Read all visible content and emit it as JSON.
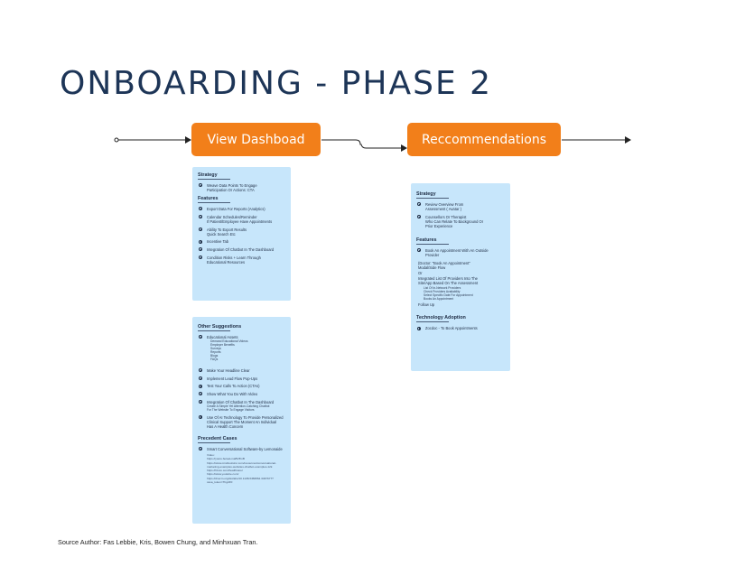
{
  "title": "ONBOARDING - PHASE 2",
  "colors": {
    "accent": "#f27f1a",
    "card": "#c7e6fb",
    "heading": "#1d3557"
  },
  "flow": {
    "steps": [
      {
        "label": "View Dashboad"
      },
      {
        "label": "Reccommendations"
      }
    ]
  },
  "dashboard_card": {
    "strategy_heading": "Strategy",
    "strategy_items": [
      [
        "Weave Data Points To Engage",
        "Participation Or Actions: CTA"
      ]
    ],
    "features_heading": "Features",
    "features_items": [
      [
        "Export Data For Reports (Analytics)"
      ],
      [
        "Calendar Schedules/Reminder",
        "If Patient/Employee Have Appointments"
      ],
      [
        "Ability To Export Results",
        "Quick Search Etc"
      ],
      [
        "Incentive Tab"
      ],
      [
        "Integration Of Chatbot In The Dashboard"
      ],
      [
        "Condition Risks + Learn Through",
        "Educational Resources"
      ]
    ]
  },
  "suggestions_card": {
    "other_heading": "Other Suggestions",
    "educational_label": "Educational Assets",
    "educational_subitems": [
      "Demand Educational Videos",
      "Employer Benefits",
      "Surveys",
      "Reports",
      "Blogs",
      "FAQs"
    ],
    "other_items": [
      [
        "Make Your Headline Clear"
      ],
      [
        "Implement Lead Flow Pop-Ups"
      ],
      [
        "Test Your Calls To Action (CTAs)"
      ],
      [
        "Show What You Do With Video"
      ],
      [
        "Integration Of Chatbot In The Dashboard",
        "Create A Simple Yet Attention-Catching Chatbot",
        "For The Website To Engage Visitors"
      ],
      [
        "Use Of AI Technology To Provide Personalized",
        "Clinical Support The Moment An Individual",
        "Has A Health Concern"
      ]
    ],
    "precedent_heading": "Precedent Cases",
    "precedent_item": "Smart Conversational Software-by Lemonaide",
    "links": [
      "Video:",
      "https://youtu.be/aeLmaBVfhnB",
      "https://www.mindtoolsinc.com/resources/conversational-",
      "marketing-examples-websites-chatbot-examples-12k",
      "https://Cisco.com/healthcare/",
      "https://www.youtube.com/",
      "https://dl.acm.org/doi/abs/10.1145/3458864.3467677?",
      "casa_token=Tbg2Z0"
    ]
  },
  "recommendations_card": {
    "strategy_heading": "Strategy",
    "strategy_items": [
      [
        "Review Overview From",
        "Assessment ( Avatar )"
      ],
      [
        "Counsellors Or Therapist",
        "Who Can Relate To Background Or",
        "Prior Experience"
      ]
    ],
    "features_heading": "Features",
    "features_lines": [
      "Book An Appointment With An Outside",
      "Provider",
      "(Doctor: \"Book An Appointment\"",
      "Modal/Side Flow",
      "Or",
      "Integrated List Of Providers Into The",
      "Site/App Based On The Assessment"
    ],
    "features_subitems": [
      "List Of In-Network Providers",
      "Check Providers Availability",
      "Select Specific Date For Appointment",
      "Books An Appointment"
    ],
    "follow_up": "Follow Up",
    "tech_heading": "Technology Adoption",
    "tech_items": [
      [
        "Zocdoc - To Book Appointments"
      ]
    ]
  },
  "source": "Source Author: Fas Lebbie, Kris, Bowen Chung, and Minhxuan Tran."
}
